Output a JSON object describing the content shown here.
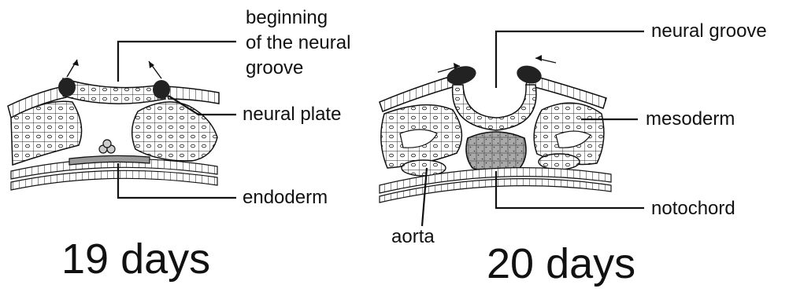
{
  "left_panel": {
    "caption": "19 days",
    "labels": {
      "groove_line1": "beginning",
      "groove_line2": "of the neural",
      "groove_line3": "groove",
      "neural_plate": "neural plate",
      "endoderm": "endoderm"
    }
  },
  "right_panel": {
    "caption": "20 days",
    "labels": {
      "neural_groove": "neural groove",
      "mesoderm": "mesoderm",
      "notochord": "notochord",
      "aorta": "aorta"
    }
  }
}
